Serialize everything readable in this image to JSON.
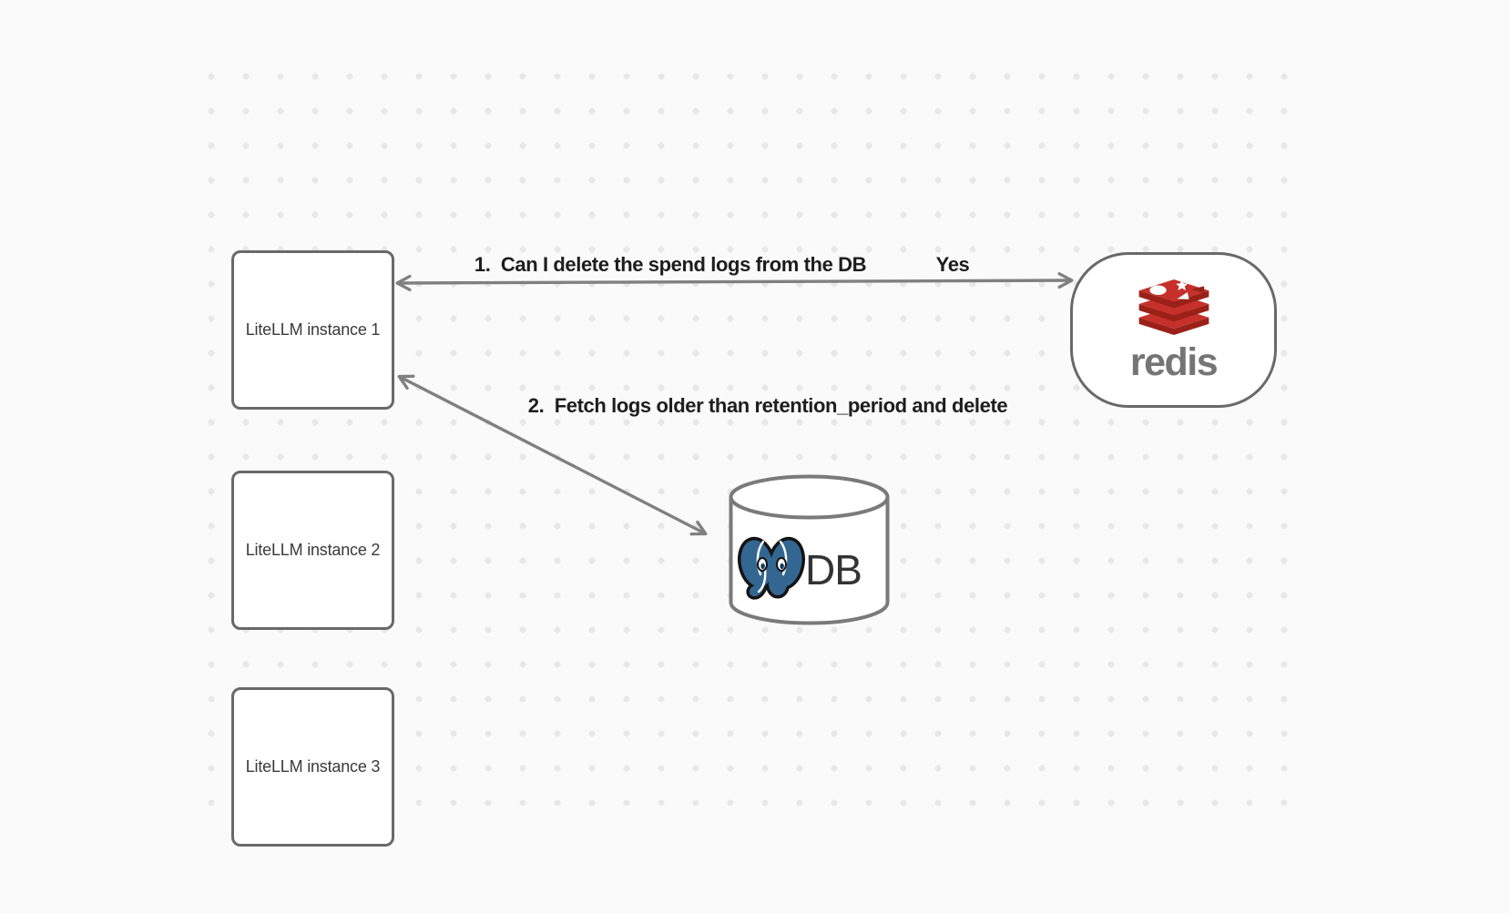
{
  "canvas": {
    "background": "#fafafa",
    "dot_color": "#e8e8e8"
  },
  "nodes": {
    "instances": [
      {
        "label": "LiteLLM instance 1"
      },
      {
        "label": "LiteLLM instance 2"
      },
      {
        "label": "LiteLLM instance 3"
      }
    ],
    "redis": {
      "wordmark": "redis"
    },
    "database": {
      "label": "DB"
    }
  },
  "edges": {
    "edge1": {
      "label": "1.  Can I delete the spend logs from the DB",
      "response": "Yes",
      "from": "redis",
      "to": "LiteLLM instance 1",
      "bidirectional": true
    },
    "edge2": {
      "label": "2.  Fetch logs older than retention_period and delete",
      "from": "LiteLLM instance 1",
      "to": "DB",
      "bidirectional": true
    }
  },
  "colors": {
    "node_border": "#696969",
    "arrow": "#808080",
    "label_text": "#1d1d1d",
    "redis_red": "#c6302b",
    "redis_red_dark": "#9a2118",
    "redis_wordmark": "#757575",
    "postgres_blue": "#336791",
    "db_text": "#333333"
  }
}
